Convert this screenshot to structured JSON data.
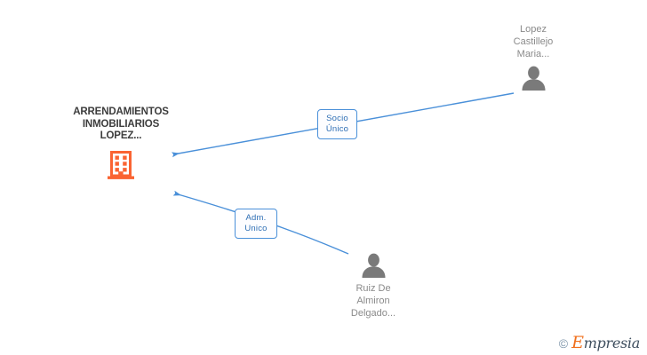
{
  "diagram": {
    "type": "corporate-relationship-graph",
    "background_color": "#ffffff",
    "edge_color": "#4a90d9",
    "company_color": "#fa6432",
    "person_color": "#7a7a7a"
  },
  "company": {
    "name": "ARRENDAMIENTOS\nINMOBILIARIOS\nLOPEZ...",
    "icon": "building-icon"
  },
  "persons": [
    {
      "id": "person-top",
      "name": "Lopez\nCastillejo\nMaria...",
      "icon": "person-icon"
    },
    {
      "id": "person-bottom",
      "name": "Ruiz De\nAlmiron\nDelgado...",
      "icon": "person-icon"
    }
  ],
  "relations": [
    {
      "id": "label-socio",
      "label": "Socio\nÚnico",
      "from": "person-top",
      "to": "company"
    },
    {
      "id": "label-adm",
      "label": "Adm.\nUnico",
      "from": "person-bottom",
      "to": "company"
    }
  ],
  "watermark": {
    "copyright": "©",
    "initial": "E",
    "rest": "mpresia"
  }
}
